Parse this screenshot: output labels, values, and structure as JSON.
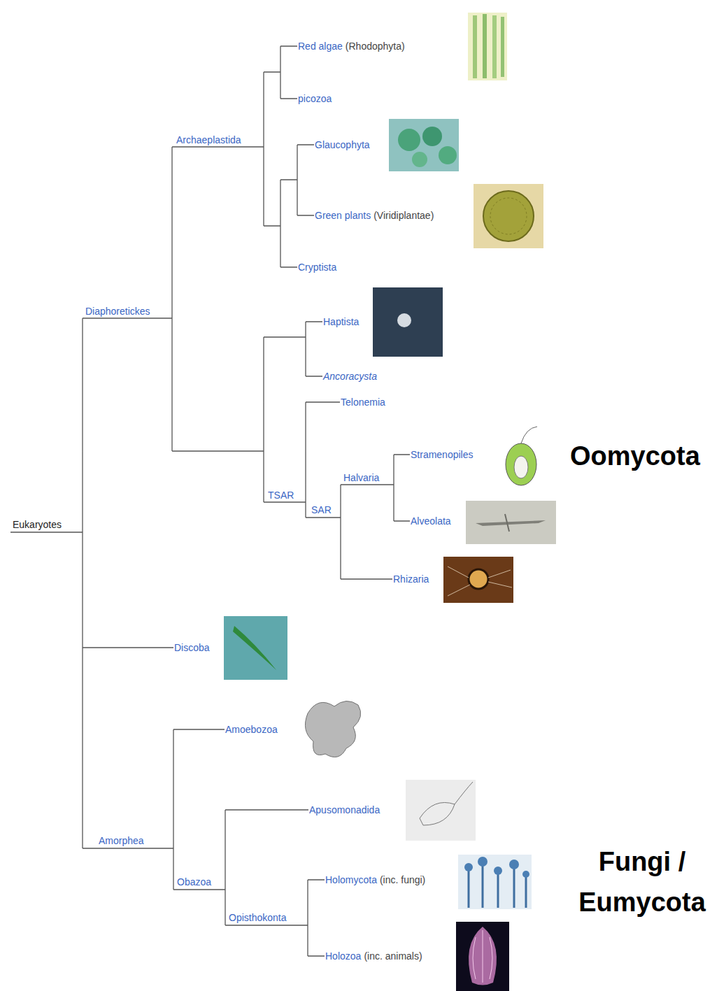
{
  "diagram": {
    "labels": [
      "Red algae",
      "(Rhodophyta)",
      "picozoa",
      "Glaucophyta",
      "Green plants",
      "(Viridiplantae)",
      "Cryptista",
      "Archaeplastida",
      "Diaphoretickes",
      "Haptista",
      "Ancoracysta",
      "Telonemia",
      "Stramenopiles",
      "Oomycota",
      "Halvaria",
      "TSAR",
      "SAR",
      "Alveolata",
      "Eukaryotes",
      "Rhizaria",
      "Discoba",
      "Amoebozoa",
      "Apusomonadida",
      "Amorphea",
      "Holomycota",
      "(inc. fungi)",
      "Fungi / Eumycota",
      "Obazoa",
      "Opisthokonta",
      "Holozoa",
      "(inc. animals)"
    ]
  }
}
